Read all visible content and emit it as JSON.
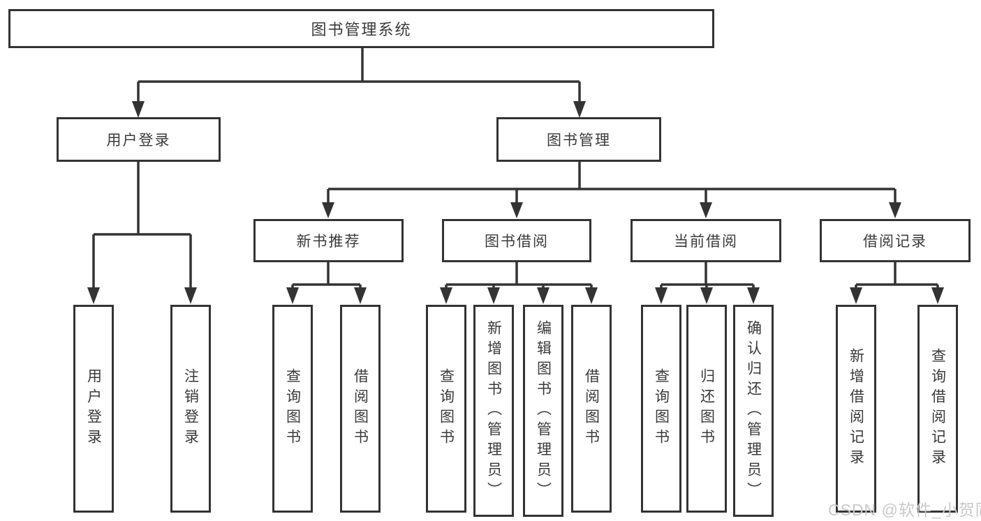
{
  "diagram": {
    "root": {
      "label": "图书管理系统"
    },
    "level2": [
      {
        "label": "用户登录"
      },
      {
        "label": "图书管理"
      }
    ],
    "level3": [
      {
        "label": "新书推荐"
      },
      {
        "label": "图书借阅"
      },
      {
        "label": "当前借阅"
      },
      {
        "label": "借阅记录"
      }
    ],
    "leaves": {
      "user": [
        {
          "label": "用户登录"
        },
        {
          "label": "注销登录"
        }
      ],
      "recommend": [
        {
          "label": "查询图书"
        },
        {
          "label": "借阅图书"
        }
      ],
      "borrow": [
        {
          "label": "查询图书"
        },
        {
          "label": "新增图书（管理员）"
        },
        {
          "label": "编辑图书（管理员）"
        },
        {
          "label": "借阅图书"
        }
      ],
      "current": [
        {
          "label": "查询图书"
        },
        {
          "label": "归还图书"
        },
        {
          "label": "确认归还（管理员）"
        }
      ],
      "records": [
        {
          "label": "新增借阅记录"
        },
        {
          "label": "查询借阅记录"
        }
      ]
    }
  },
  "watermark": {
    "text": "CSDN @软件_小贺同学"
  },
  "colors": {
    "line": "#333333",
    "text": "#3a3a3a",
    "background": "#ffffff",
    "watermark": "#c9c9c9"
  }
}
